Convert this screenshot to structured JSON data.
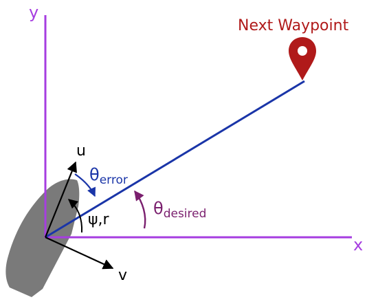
{
  "axes": {
    "y_label": "y",
    "x_label": "x",
    "color": "#a63de0"
  },
  "waypoint": {
    "label": "Next Waypoint",
    "color": "#b01a1a",
    "icon": "map-pin-icon"
  },
  "vectors": {
    "u_label": "u",
    "v_label": "v",
    "psi_r_label": "ψ,r"
  },
  "angles": {
    "error": {
      "symbol": "θ",
      "subscript": "error",
      "color": "#1a35a8"
    },
    "desired": {
      "symbol": "θ",
      "subscript": "desired",
      "color": "#7a1f6e"
    }
  },
  "boat": {
    "color": "#7a7a7a"
  },
  "line_to_waypoint": {
    "color": "#1a35a8"
  }
}
